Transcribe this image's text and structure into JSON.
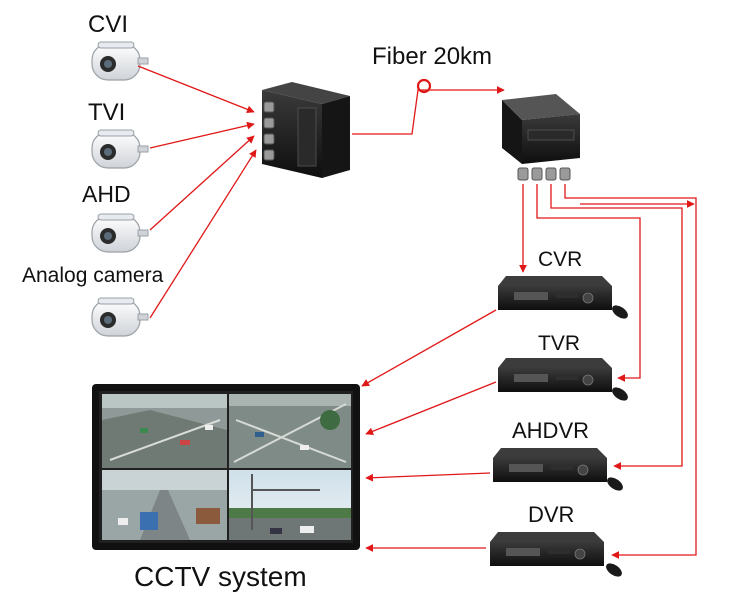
{
  "labels": {
    "cvi": "CVI",
    "tvi": "TVI",
    "ahd": "AHD",
    "analog": "Analog camera",
    "fiber": "Fiber 20km",
    "cvr": "CVR",
    "tvr": "TVR",
    "ahdvr": "AHDVR",
    "dvr": "DVR",
    "cctv": "CCTV system"
  },
  "colors": {
    "link": "#e01818",
    "device": "#1a1a1a",
    "text": "#111111"
  },
  "icons": {
    "camera": "camera-icon",
    "transmitter": "fiber-transmitter-icon",
    "receiver": "fiber-receiver-icon",
    "recorder": "recorder-icon",
    "mouse": "mouse-icon",
    "monitor": "monitor-icon"
  }
}
